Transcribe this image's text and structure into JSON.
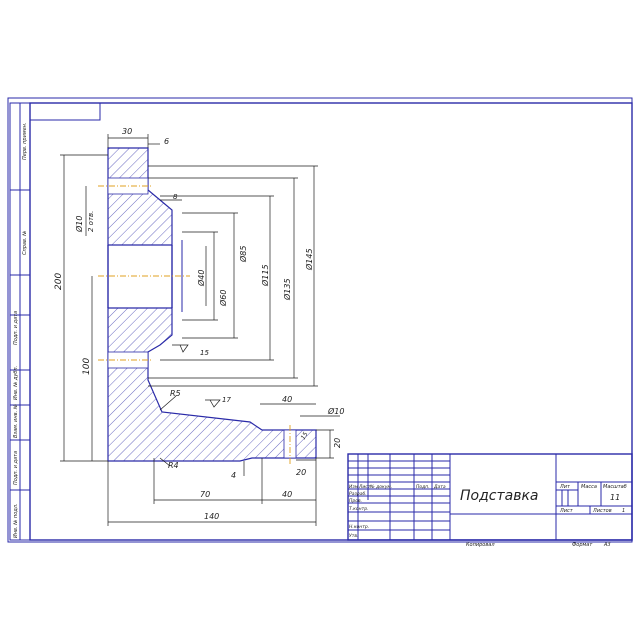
{
  "title_block": {
    "part_name": "Подставка",
    "sheet_number": "11",
    "head_lit": "Лит",
    "head_mass": "Масса",
    "head_scale": "Масштаб",
    "sheet_label": "Лист",
    "sheets_label": "Листов",
    "sheets_value": "1",
    "col_izm": "Изм",
    "col_list": "Лист",
    "col_doc": "№ докум.",
    "col_sign": "Подп.",
    "col_date": "Дата",
    "role_developer": "Разраб.",
    "role_checker": "Пров.",
    "role_tcontrol": "Т.контр.",
    "role_ncontrol": "Н.контр.",
    "role_approved": "Утв.",
    "copied": "Копировал",
    "format_label": "Формат",
    "format_value": "А3"
  },
  "side_stamps": [
    "Перв. примен.",
    "Справ. №",
    "Подп. и дата",
    "Инв. № дубл.",
    "Взам. инв. №",
    "Подп. и дата",
    "Инв. № подл."
  ],
  "dims": {
    "d30": "30",
    "d6": "6",
    "d8": "8",
    "d200": "200",
    "d100": "100",
    "hole_d": "Ø10",
    "hole_n": "2 отв.",
    "d40": "Ø40",
    "d60": "Ø60",
    "d85": "Ø85",
    "d115": "Ø115",
    "d135": "Ø135",
    "d145": "Ø145",
    "r5": "R5",
    "r4": "R4",
    "a15": "15",
    "a17": "17",
    "h40": "40",
    "h10": "Ø10",
    "h20v": "20",
    "h20": "20",
    "h4": "4",
    "b70": "70",
    "b40": "40",
    "b140": "140",
    "r15": "15"
  }
}
